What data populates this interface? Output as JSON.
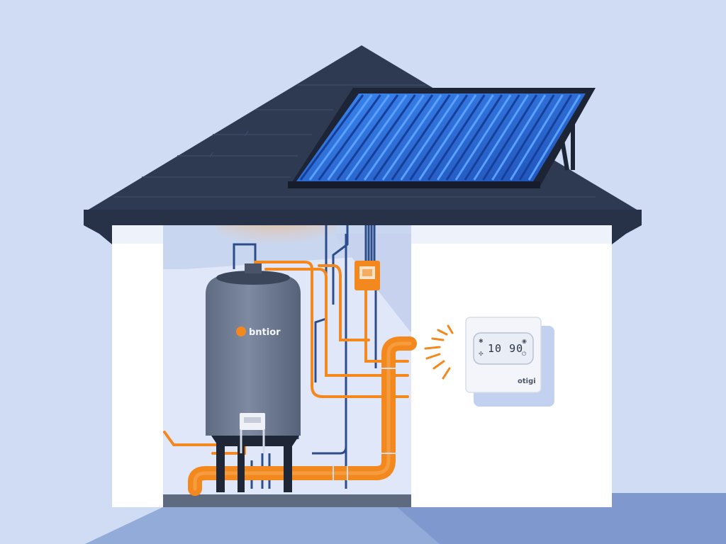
{
  "illustration": {
    "tank_brand": "bntior",
    "thermostat_display": "10 90",
    "thermostat_brand": "otigi",
    "thermostat_icons": [
      "snowflake-icon",
      "flame-icon",
      "fan-icon",
      "power-icon"
    ]
  },
  "colors": {
    "background": "#cfdcf3",
    "roof": "#2e3a52",
    "wall": "#ffffff",
    "interior": "#dfe7f8",
    "tank": "#6f7d95",
    "hot_pipe": "#f3891e",
    "cold_pipe": "#2c4c8c",
    "solar_panel": "#2f6ee0",
    "ground_shadow": "#7f99cf"
  }
}
